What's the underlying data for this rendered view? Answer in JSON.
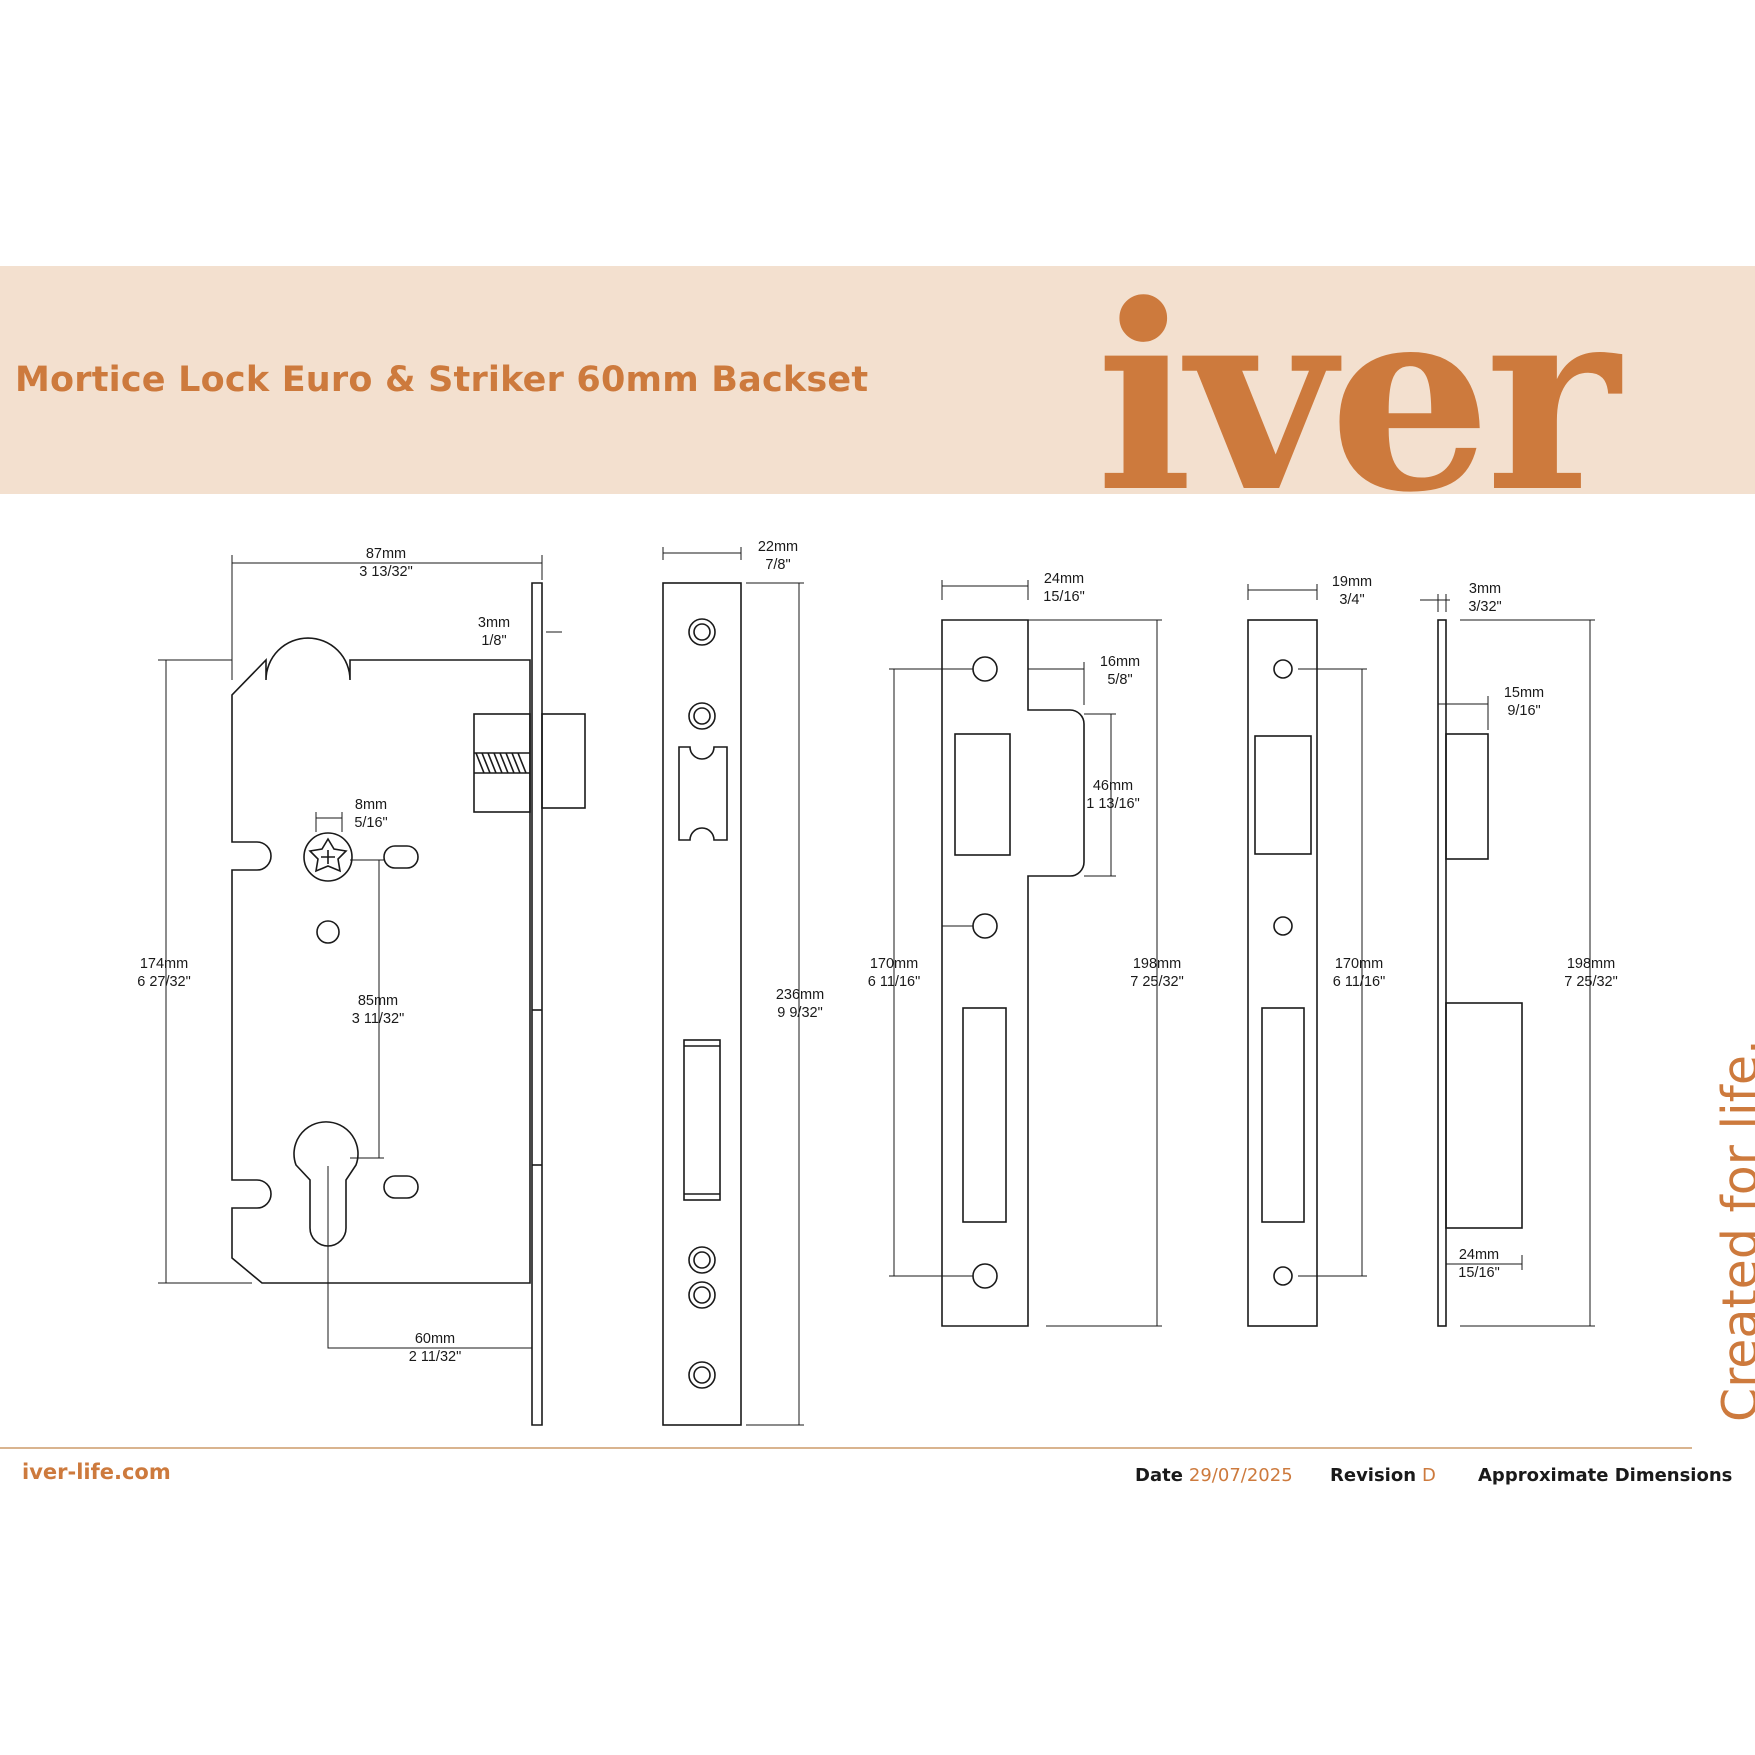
{
  "header": {
    "title": "Mortice Lock Euro & Striker 60mm Backset",
    "brand_logo": "iver",
    "brand_color": "#cd7a3d",
    "band_color": "#f3e0cf"
  },
  "tagline": "Created for life.",
  "footer": {
    "url": "iver-life.com",
    "date_label": "Date",
    "date_value": "29/07/2025",
    "revision_label": "Revision",
    "revision_value": "D",
    "note": "Approximate Dimensions"
  },
  "dimensions": {
    "lock_width": [
      "87mm",
      "3 13/32\""
    ],
    "faceplate_thickness": [
      "3mm",
      "1/8\""
    ],
    "lock_height": [
      "174mm",
      "6 27/32\""
    ],
    "spindle": [
      "8mm",
      "5/16\""
    ],
    "centres": [
      "85mm",
      "3 11/32\""
    ],
    "backset": [
      "60mm",
      "2 11/32\""
    ],
    "faceplate_width": [
      "22mm",
      "7/8\""
    ],
    "faceplate_length": [
      "236mm",
      "9 9/32\""
    ],
    "striker_width": [
      "24mm",
      "15/16\""
    ],
    "striker_lip": [
      "16mm",
      "5/8\""
    ],
    "striker_lip_height": [
      "46mm",
      "1 13/16\""
    ],
    "striker_fixing_centres": [
      "170mm",
      "6 11/16\""
    ],
    "striker_length": [
      "198mm",
      "7 25/32\""
    ],
    "plate_width": [
      "19mm",
      "3/4\""
    ],
    "plate_fixing_centres": [
      "170mm",
      "6 11/16\""
    ],
    "plate_thickness": [
      "3mm",
      "3/32\""
    ],
    "box_depth_top": [
      "15mm",
      "9/16\""
    ],
    "plate_length": [
      "198mm",
      "7 25/32\""
    ],
    "box_depth_bottom": [
      "24mm",
      "15/16\""
    ]
  }
}
